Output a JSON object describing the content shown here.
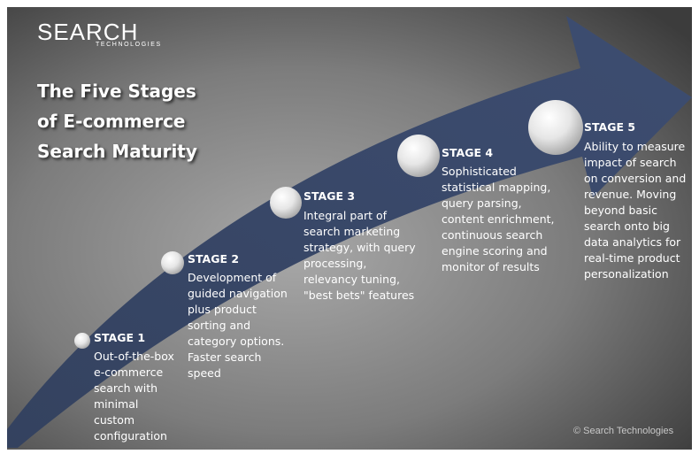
{
  "logo": {
    "name": "SEARCH",
    "subtitle": "TECHNOLOGIES"
  },
  "title": {
    "lines": [
      "The Five Stages",
      "of E-commerce",
      "Search Maturity"
    ]
  },
  "stages": [
    {
      "label": "STAGE 1",
      "lines": [
        "Out-of-the-box",
        "e-commerce",
        "search with",
        "minimal",
        "custom",
        "configuration"
      ]
    },
    {
      "label": "STAGE 2",
      "lines": [
        "Development of",
        "guided navigation",
        "plus product",
        "sorting and",
        "category options.",
        "Faster search",
        "speed"
      ]
    },
    {
      "label": "STAGE 3",
      "lines": [
        "Integral part of",
        "search marketing",
        "strategy, with query",
        "processing,",
        "relevancy tuning,",
        "\"best bets\" features"
      ]
    },
    {
      "label": "STAGE 4",
      "lines": [
        "Sophisticated",
        "statistical mapping,",
        "query parsing,",
        "content enrichment,",
        "continuous search",
        "engine scoring and",
        "monitor of results"
      ]
    },
    {
      "label": "STAGE 5",
      "lines": [
        "Ability to measure",
        "impact of search",
        "on conversion and",
        "revenue. Moving",
        "beyond basic",
        "search onto big",
        "data analytics for",
        "real-time product",
        "personalization"
      ]
    }
  ],
  "copyright": "© Search Technologies",
  "colors": {
    "arrow": "#3a4a6c",
    "background_light": "#a4a4a4",
    "background_dark": "#3f3f3f",
    "text": "#ffffff"
  }
}
